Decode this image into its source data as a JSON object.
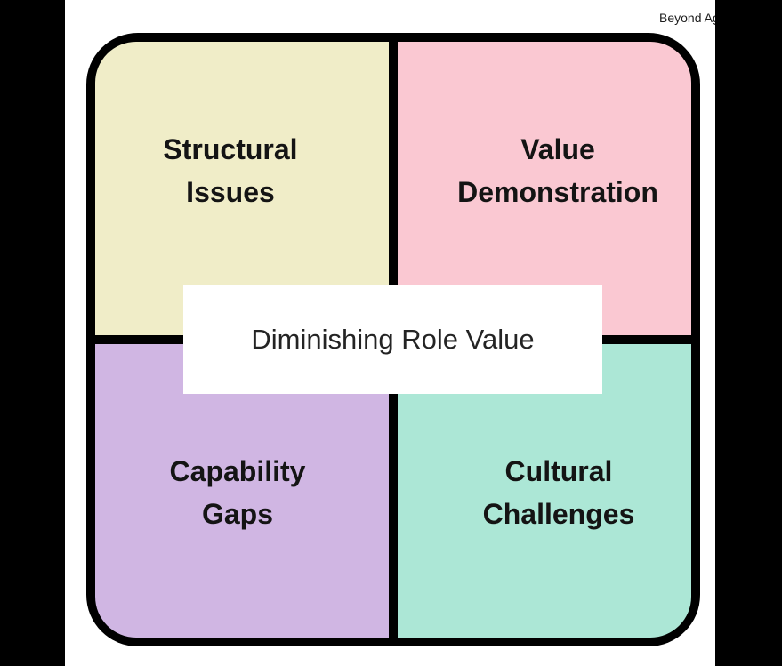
{
  "page": {
    "background_color": "#ffffff",
    "side_bar_color": "#000000",
    "watermark_text": "Beyond Ag",
    "center_label": "Diminishing Role Value",
    "center_box_color": "#ffffff",
    "text_color": "#141414"
  },
  "matrix": {
    "border_color": "#000000",
    "quadrants": [
      {
        "name": "structural-issues",
        "lines": [
          "Structural",
          "Issues"
        ],
        "color": "#F0EDC8"
      },
      {
        "name": "value-demonstration",
        "lines": [
          "Value",
          "Demonstration"
        ],
        "color": "#FAC8D2"
      },
      {
        "name": "capability-gaps",
        "lines": [
          "Capability",
          "Gaps"
        ],
        "color": "#D0B6E3"
      },
      {
        "name": "cultural-challenges",
        "lines": [
          "Cultural",
          "Challenges"
        ],
        "color": "#ACE7D6"
      }
    ]
  }
}
